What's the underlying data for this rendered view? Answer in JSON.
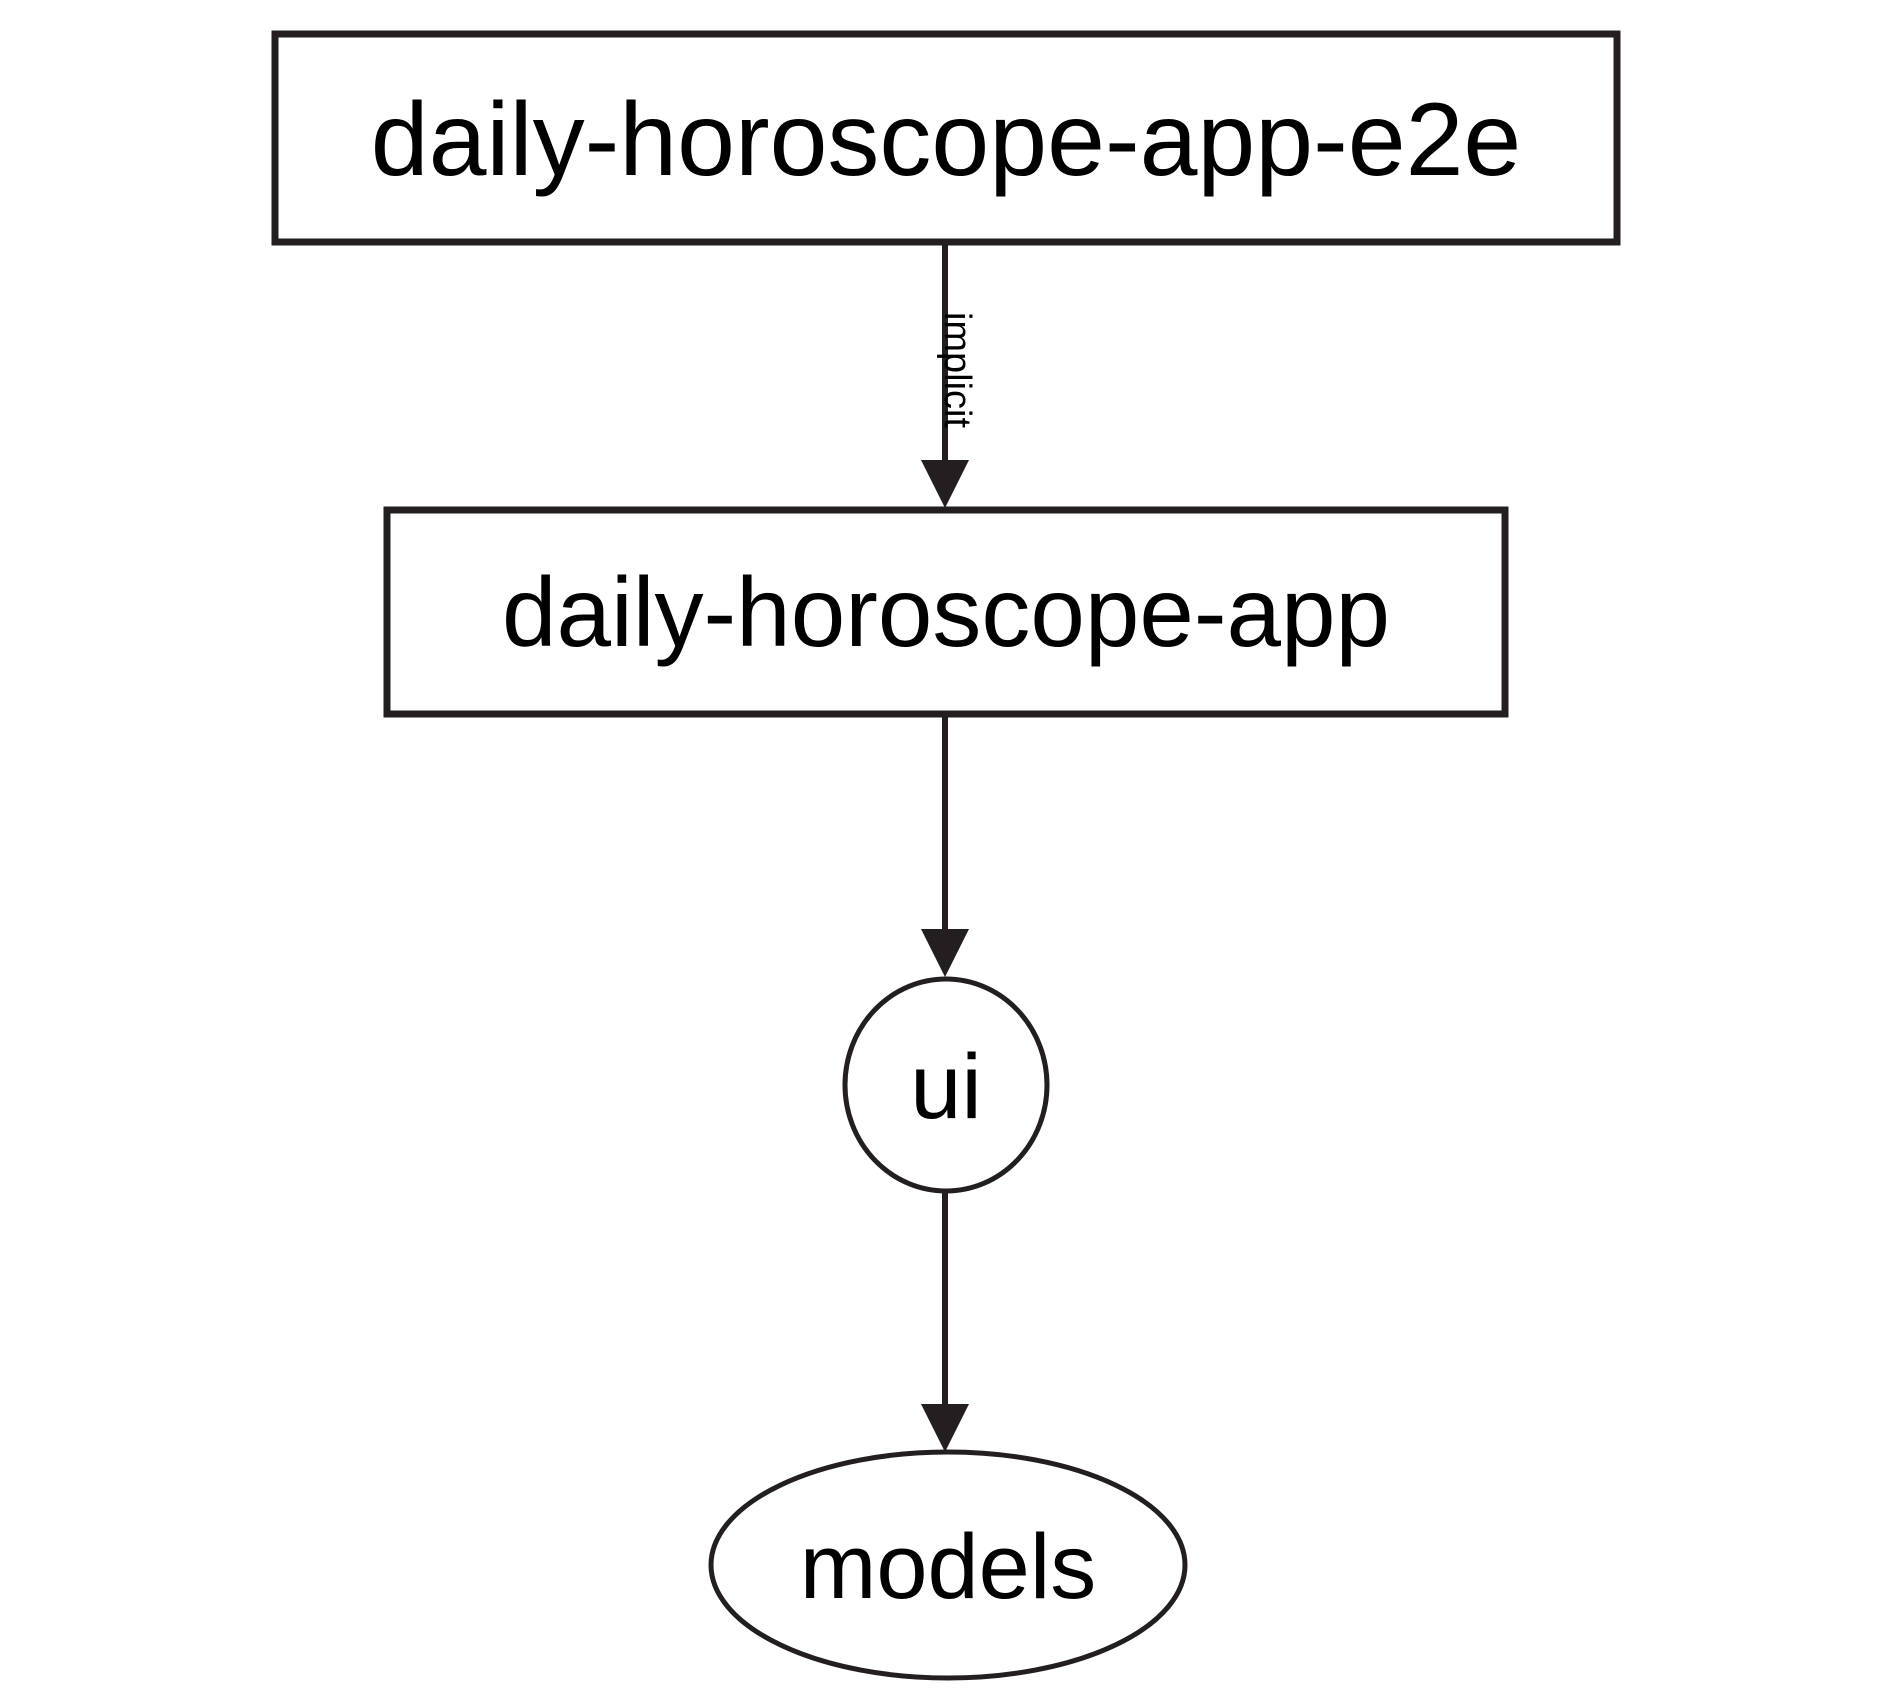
{
  "diagram": {
    "type": "dependency-graph",
    "orientation": "top-to-bottom",
    "background_color": "#ffffff",
    "stroke_color": "#231f20",
    "text_color": "#000000",
    "nodes": [
      {
        "id": "daily-horoscope-app-e2e",
        "label": "daily-horoscope-app-e2e",
        "shape": "rectangle"
      },
      {
        "id": "daily-horoscope-app",
        "label": "daily-horoscope-app",
        "shape": "rectangle"
      },
      {
        "id": "ui",
        "label": "ui",
        "shape": "circle"
      },
      {
        "id": "models",
        "label": "models",
        "shape": "ellipse"
      }
    ],
    "edges": [
      {
        "from": "daily-horoscope-app-e2e",
        "to": "daily-horoscope-app",
        "label": "implicit",
        "label_rotation": "90",
        "arrowhead": "filled-triangle"
      },
      {
        "from": "daily-horoscope-app",
        "to": "ui",
        "label": "",
        "arrowhead": "filled-triangle"
      },
      {
        "from": "ui",
        "to": "models",
        "label": "",
        "arrowhead": "filled-triangle"
      }
    ]
  }
}
